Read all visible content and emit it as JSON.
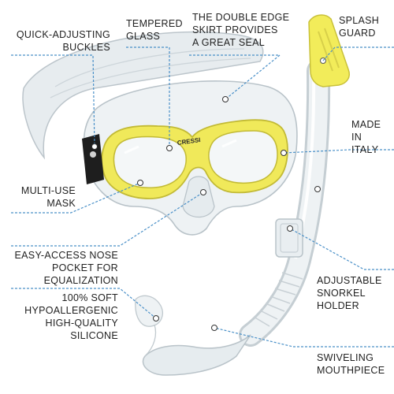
{
  "product": {
    "brand_mark": "CRESSI",
    "colors": {
      "accent_yellow": "#f2ec5a",
      "frame_yellow": "#e8e04a",
      "clear_silicone": "#dfe6ea",
      "clear_edge": "#b9c3c9",
      "callout_line": "#4a90c8",
      "text": "#222222"
    }
  },
  "callouts": {
    "quick_adjusting_buckles": "QUICK-ADJUSTING\nBUCKLES",
    "tempered_glass": "TEMPERED\nGLASS",
    "double_edge_skirt": "THE DOUBLE EDGE\nSKIRT PROVIDES\nA GREAT SEAL",
    "splash_guard": "SPLASH\nGUARD",
    "made_in_italy": "MADE\nIN\nITALY",
    "multi_use_mask": "MULTI-USE\nMASK",
    "easy_access_nose_pocket": "EASY-ACCESS NOSE\nPOCKET FOR\nEQUALIZATION",
    "adjustable_snorkel_holder": "ADJUSTABLE\nSNORKEL\nHOLDER",
    "soft_silicone": "100% SOFT\nHYPOALLERGENIC\nHIGH-QUALITY\nSILICONE",
    "swiveling_mouthpiece": "SWIVELING\nMOUTHPIECE"
  }
}
